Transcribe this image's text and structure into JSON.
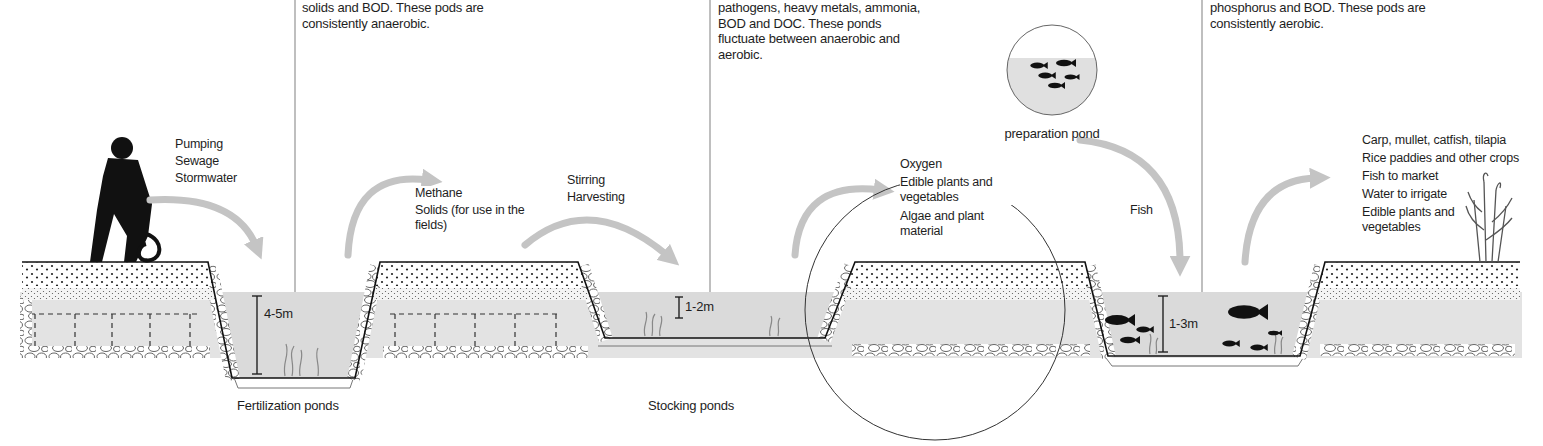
{
  "diagram": {
    "nodes": [
      {
        "text": [
          "preparation pond"
        ]
      }
    ],
    "labels": [
      "solids and BOD. These pods are consistently anaerobic.",
      "pathogens, heavy metals, ammonia, BOD and DOC. These ponds fluctuate between anaerobic and aerobic.",
      "phosphorus and BOD. These pods are consistently aerobic.",
      "Pumping",
      "Sewage",
      "Stormwater",
      "Methane",
      "Solids (for use in the fields)",
      "Stirring",
      "Harvesting",
      "Oxygen",
      "Edible plants and vegetables",
      "Algae and plant material",
      "Fish",
      "Carp, mullet, catfish, tilapia",
      "Rice paddies and other crops",
      "Fish to market",
      "Water to irrigate",
      "Edible plants and vegetables",
      "4-5m",
      "1-2m",
      "1-3m",
      "Fertilization ponds",
      "Stocking ponds"
    ]
  }
}
